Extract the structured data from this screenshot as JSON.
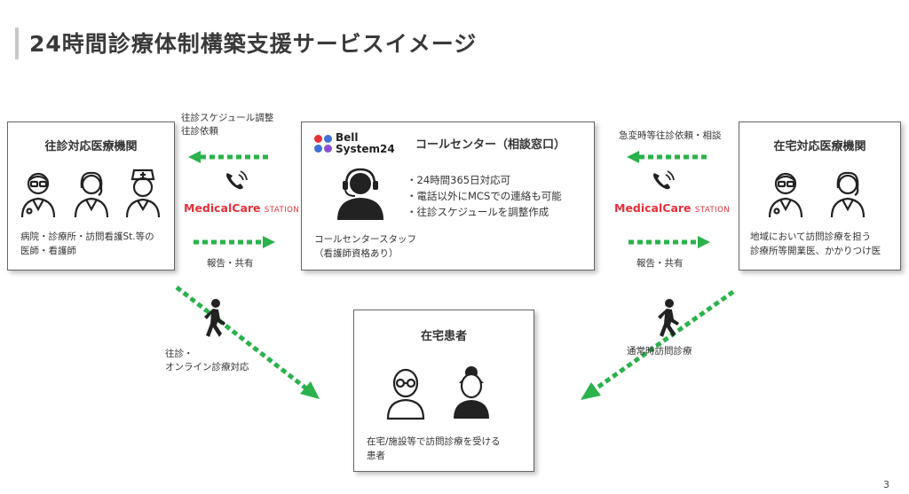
{
  "title": "24時間診療体制構築支援サービスイメージ",
  "left_box": {
    "title": "往診対応医療機関",
    "desc_line1": "病院・診療所・訪問看護St.等の",
    "desc_line2": "医師・看護師"
  },
  "center_box": {
    "logo_line1": "Bell",
    "logo_line2": "System24",
    "title": "コールセンター（相談窓口）",
    "bullets": [
      "・24時間365日対応可",
      "・電話以外にMCSでの連絡も可能",
      "・往診スケジュールを調整作成"
    ],
    "staff_line1": "コールセンタースタッフ",
    "staff_line2": "（看護師資格あり）"
  },
  "right_box": {
    "title": "在宅対応医療機関",
    "desc_line1": "地域において訪問診療を担う",
    "desc_line2": "診療所等開業医、かかりつけ医"
  },
  "patient_box": {
    "title": "在宅患者",
    "desc_line1": "在宅/施設等で訪問診療を受ける",
    "desc_line2": "患者"
  },
  "left_link": {
    "top_line1": "往診スケジュール調整",
    "top_line2": "往診依頼",
    "mcs_main": "MedicalCare",
    "mcs_sub": "STATION",
    "bottom": "報告・共有"
  },
  "right_link": {
    "top": "急変時等往診依頼・相談",
    "mcs_main": "MedicalCare",
    "mcs_sub": "STATION",
    "bottom": "報告・共有"
  },
  "left_diag_label_line1": "往診・",
  "left_diag_label_line2": "オンライン診療対応",
  "right_diag_label": "通常時訪問診療",
  "page_number": "3",
  "colors": {
    "arrow_green": "#2bb24c",
    "mcs_red": "#e8303a",
    "logo_red": "#e8303a",
    "logo_blue": "#3f6fd8",
    "logo_purple": "#8a4fd0"
  }
}
